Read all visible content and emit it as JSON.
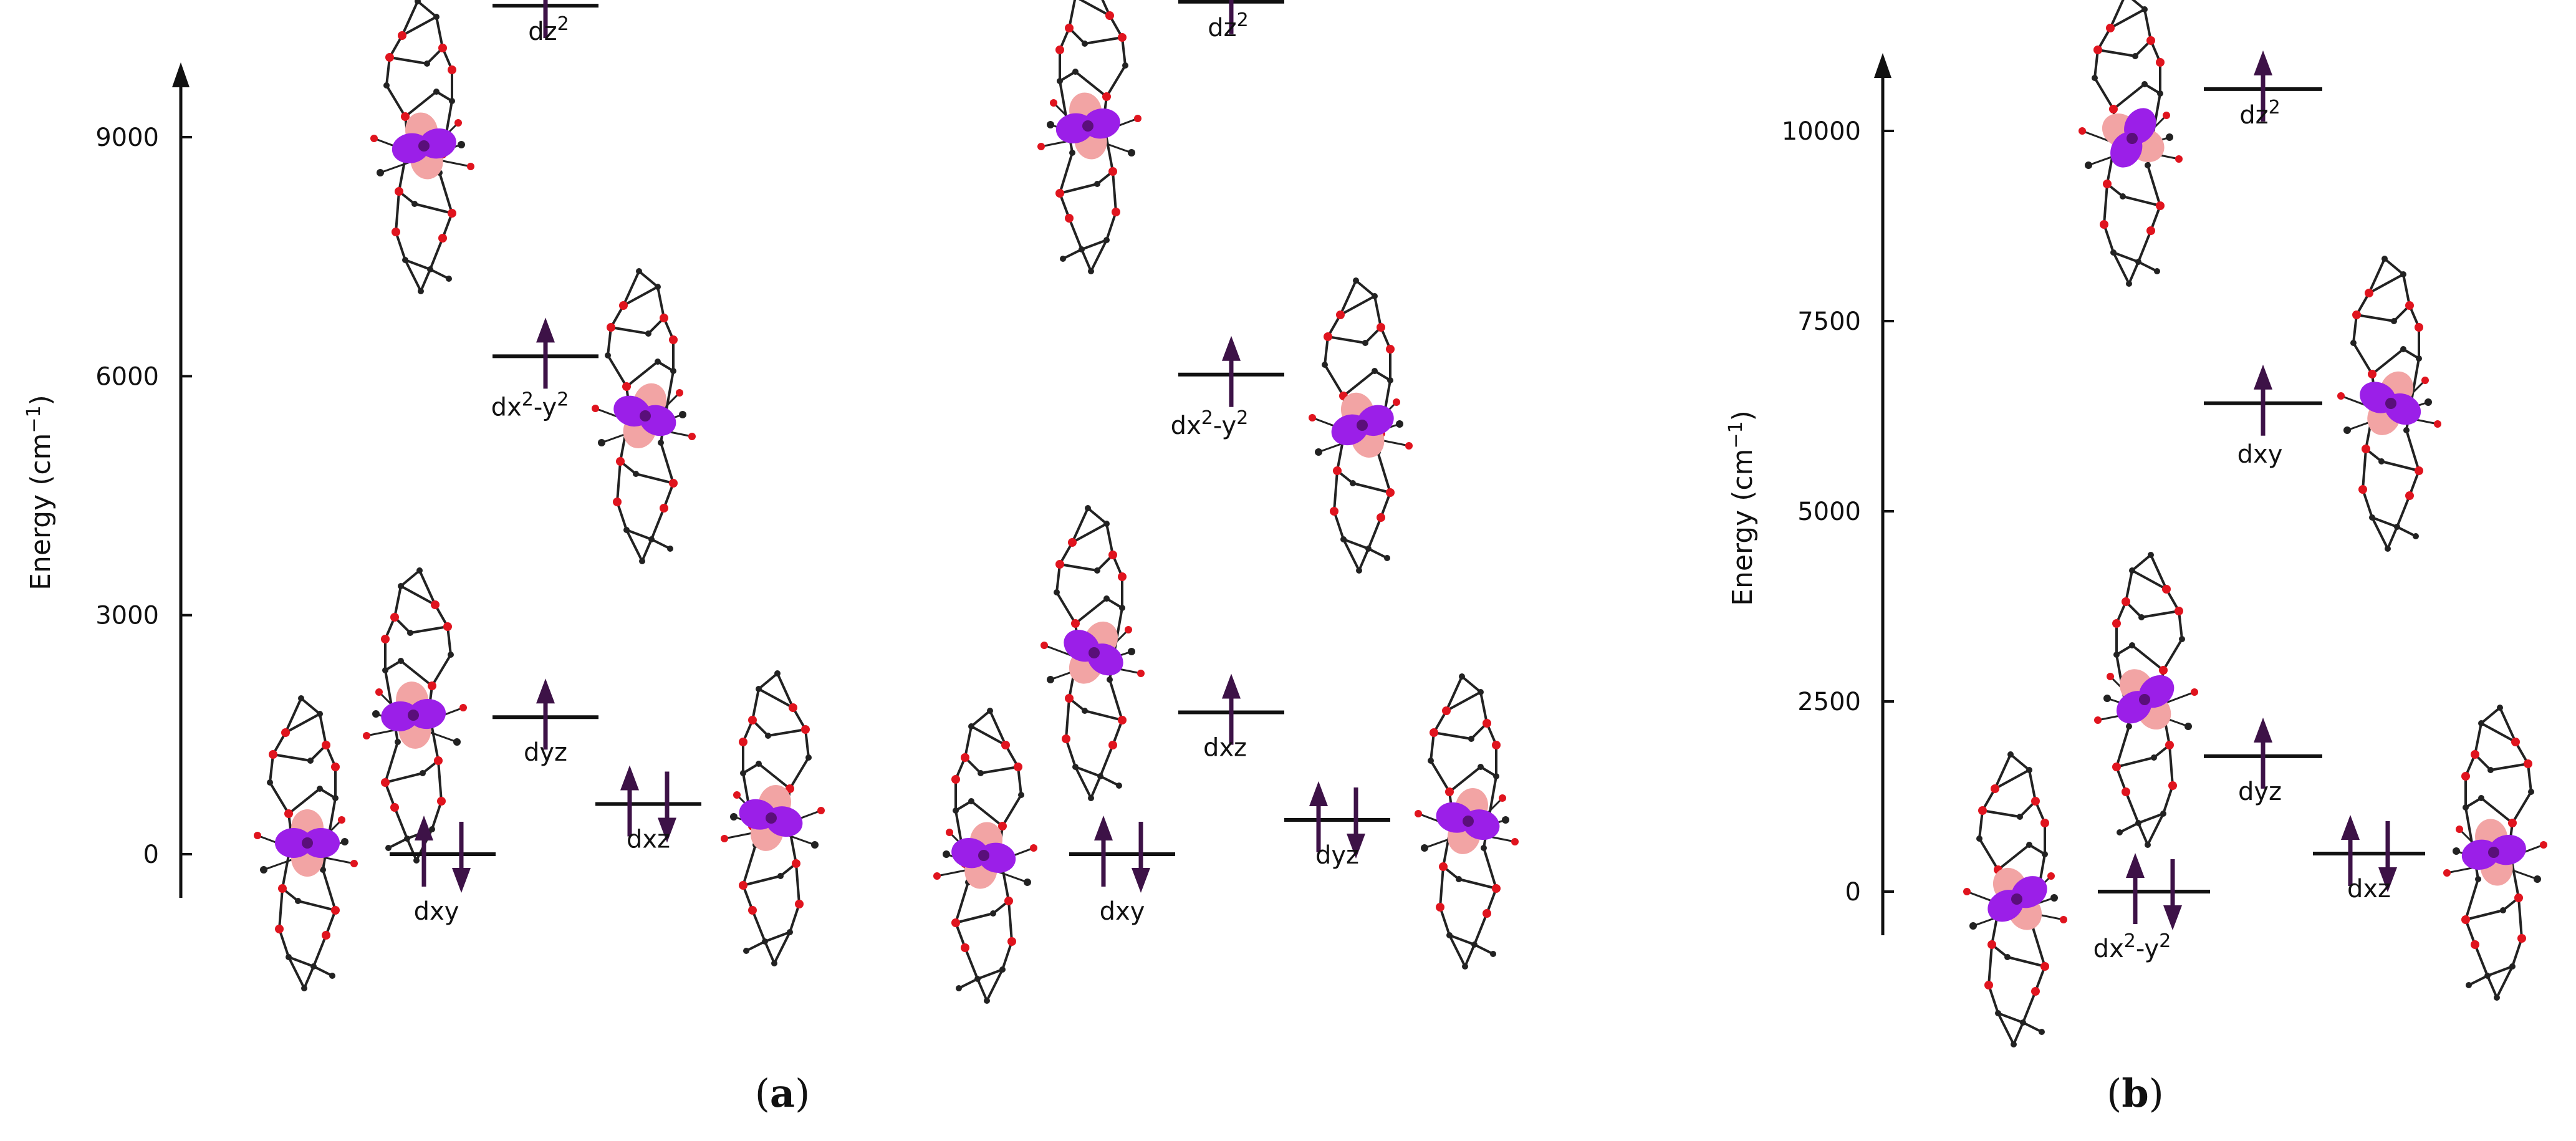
{
  "panels": [
    {
      "id": "a",
      "caption": "a",
      "axis_label": "Energy (cm",
      "axis_label_sup": "−1",
      "axis_label_close": ")",
      "ticks": [
        "0",
        "3000",
        "6000",
        "9000"
      ],
      "tick_values": [
        0,
        3000,
        6000,
        9000
      ],
      "diagrams": [
        {
          "levels": [
            {
              "label": "dz",
              "sup": "2",
              "suffix": "",
              "energy": 10650,
              "electrons": "up"
            },
            {
              "label": "dx",
              "sup": "2",
              "suffix": "-y",
              "sup2": "2",
              "energy": 6250,
              "electrons": "up"
            },
            {
              "label": "dyz",
              "energy": 1720,
              "electrons": "up"
            },
            {
              "label": "dxz",
              "energy": 630,
              "electrons": "pair"
            },
            {
              "label": "dxy",
              "energy": 0,
              "electrons": "pair"
            }
          ]
        },
        {
          "levels": [
            {
              "label": "dz",
              "sup": "2",
              "suffix": "",
              "energy": 10700,
              "electrons": "up"
            },
            {
              "label": "dx",
              "sup": "2",
              "suffix": "-y",
              "sup2": "2",
              "energy": 6020,
              "electrons": "up"
            },
            {
              "label": "dxz",
              "energy": 1780,
              "electrons": "up"
            },
            {
              "label": "dyz",
              "energy": 430,
              "electrons": "pair"
            },
            {
              "label": "dxy",
              "energy": 0,
              "electrons": "pair"
            }
          ]
        }
      ]
    },
    {
      "id": "b",
      "caption": "b",
      "axis_label": "Energy (cm",
      "axis_label_sup": "−1",
      "axis_label_close": ")",
      "ticks": [
        "0",
        "2500",
        "5000",
        "7500",
        "10000"
      ],
      "tick_values": [
        0,
        2500,
        5000,
        7500,
        10000
      ],
      "diagrams": [
        {
          "levels": [
            {
              "label": "dz",
              "sup": "2",
              "suffix": "",
              "energy": 10550,
              "electrons": "up"
            },
            {
              "label": "dxy",
              "energy": 6420,
              "electrons": "up"
            },
            {
              "label": "dyz",
              "energy": 1780,
              "electrons": "up"
            },
            {
              "label": "dxz",
              "energy": 500,
              "electrons": "pair"
            },
            {
              "label": "dx",
              "sup": "2",
              "suffix": "-y",
              "sup2": "2",
              "energy": 0,
              "electrons": "pair"
            }
          ]
        }
      ]
    }
  ],
  "colors": {
    "arrow": "#3d1247",
    "level": "#111111",
    "axis": "#111111",
    "lobe_purple": "#9b1fe8",
    "lobe_pink": "#f2a4a4",
    "atom_red": "#e0141e",
    "atom_black": "#222222"
  }
}
